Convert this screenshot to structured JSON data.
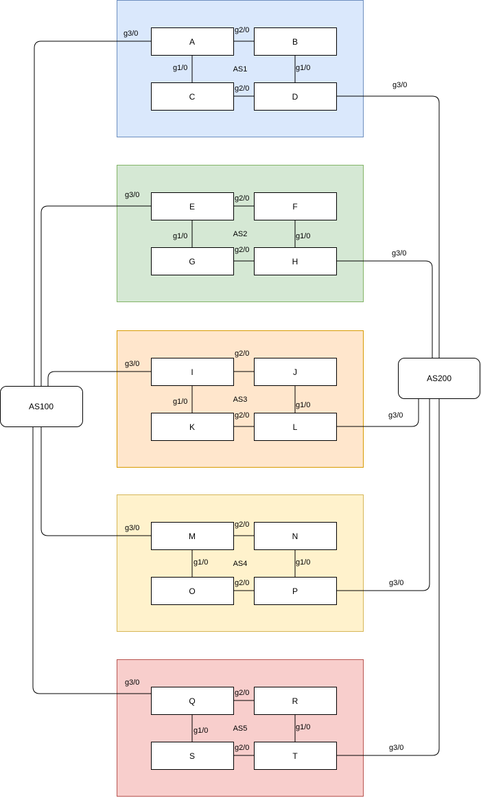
{
  "zones": [
    {
      "id": "z1",
      "label": "AS1",
      "fill": "#dae8fc",
      "stroke": "#6c8ebf"
    },
    {
      "id": "z2",
      "label": "AS2",
      "fill": "#d5e8d4",
      "stroke": "#82b366"
    },
    {
      "id": "z3",
      "label": "AS3",
      "fill": "#ffe6cc",
      "stroke": "#d79b00"
    },
    {
      "id": "z4",
      "label": "AS4",
      "fill": "#fff2cc",
      "stroke": "#d6b656"
    },
    {
      "id": "z5",
      "label": "AS5",
      "fill": "#f8cecc",
      "stroke": "#b85450"
    }
  ],
  "routers": [
    {
      "id": "A",
      "label": "A"
    },
    {
      "id": "B",
      "label": "B"
    },
    {
      "id": "C",
      "label": "C"
    },
    {
      "id": "D",
      "label": "D"
    },
    {
      "id": "E",
      "label": "E"
    },
    {
      "id": "F",
      "label": "F"
    },
    {
      "id": "G",
      "label": "G"
    },
    {
      "id": "H",
      "label": "H"
    },
    {
      "id": "I",
      "label": "I"
    },
    {
      "id": "J",
      "label": "J"
    },
    {
      "id": "K",
      "label": "K"
    },
    {
      "id": "L",
      "label": "L"
    },
    {
      "id": "M",
      "label": "M"
    },
    {
      "id": "N",
      "label": "N"
    },
    {
      "id": "O",
      "label": "O"
    },
    {
      "id": "P",
      "label": "P"
    },
    {
      "id": "Q",
      "label": "Q"
    },
    {
      "id": "R",
      "label": "R"
    },
    {
      "id": "S",
      "label": "S"
    },
    {
      "id": "T",
      "label": "T"
    }
  ],
  "external": [
    {
      "id": "as100",
      "label": "AS100"
    },
    {
      "id": "as200",
      "label": "AS200"
    }
  ],
  "interfaces": {
    "g3_0": "g3/0",
    "g2_0": "g2/0",
    "g1_0": "g1/0"
  },
  "links": [
    {
      "from": "A",
      "to": "B",
      "label": "g2/0"
    },
    {
      "from": "C",
      "to": "D",
      "label": "g2/0"
    },
    {
      "from": "A",
      "to": "C",
      "label": "g1/0"
    },
    {
      "from": "B",
      "to": "D",
      "label": "g1/0"
    },
    {
      "from": "E",
      "to": "F",
      "label": "g2/0"
    },
    {
      "from": "G",
      "to": "H",
      "label": "g2/0"
    },
    {
      "from": "E",
      "to": "G",
      "label": "g1/0"
    },
    {
      "from": "F",
      "to": "H",
      "label": "g1/0"
    },
    {
      "from": "I",
      "to": "J",
      "label": "g2/0"
    },
    {
      "from": "K",
      "to": "L",
      "label": "g2/0"
    },
    {
      "from": "I",
      "to": "K",
      "label": "g1/0"
    },
    {
      "from": "J",
      "to": "L",
      "label": "g1/0"
    },
    {
      "from": "M",
      "to": "N",
      "label": "g2/0"
    },
    {
      "from": "O",
      "to": "P",
      "label": "g2/0"
    },
    {
      "from": "M",
      "to": "O",
      "label": "g1/0"
    },
    {
      "from": "N",
      "to": "P",
      "label": "g1/0"
    },
    {
      "from": "Q",
      "to": "R",
      "label": "g2/0"
    },
    {
      "from": "S",
      "to": "T",
      "label": "g2/0"
    },
    {
      "from": "Q",
      "to": "S",
      "label": "g1/0"
    },
    {
      "from": "R",
      "to": "T",
      "label": "g1/0"
    },
    {
      "from": "A",
      "to": "AS100",
      "label": "g3/0"
    },
    {
      "from": "E",
      "to": "AS100",
      "label": "g3/0"
    },
    {
      "from": "I",
      "to": "AS100",
      "label": "g3/0"
    },
    {
      "from": "M",
      "to": "AS100",
      "label": "g3/0"
    },
    {
      "from": "Q",
      "to": "AS100",
      "label": "g3/0"
    },
    {
      "from": "D",
      "to": "AS200",
      "label": "g3/0"
    },
    {
      "from": "H",
      "to": "AS200",
      "label": "g3/0"
    },
    {
      "from": "L",
      "to": "AS200",
      "label": "g3/0"
    },
    {
      "from": "P",
      "to": "AS200",
      "label": "g3/0"
    },
    {
      "from": "T",
      "to": "AS200",
      "label": "g3/0"
    }
  ]
}
